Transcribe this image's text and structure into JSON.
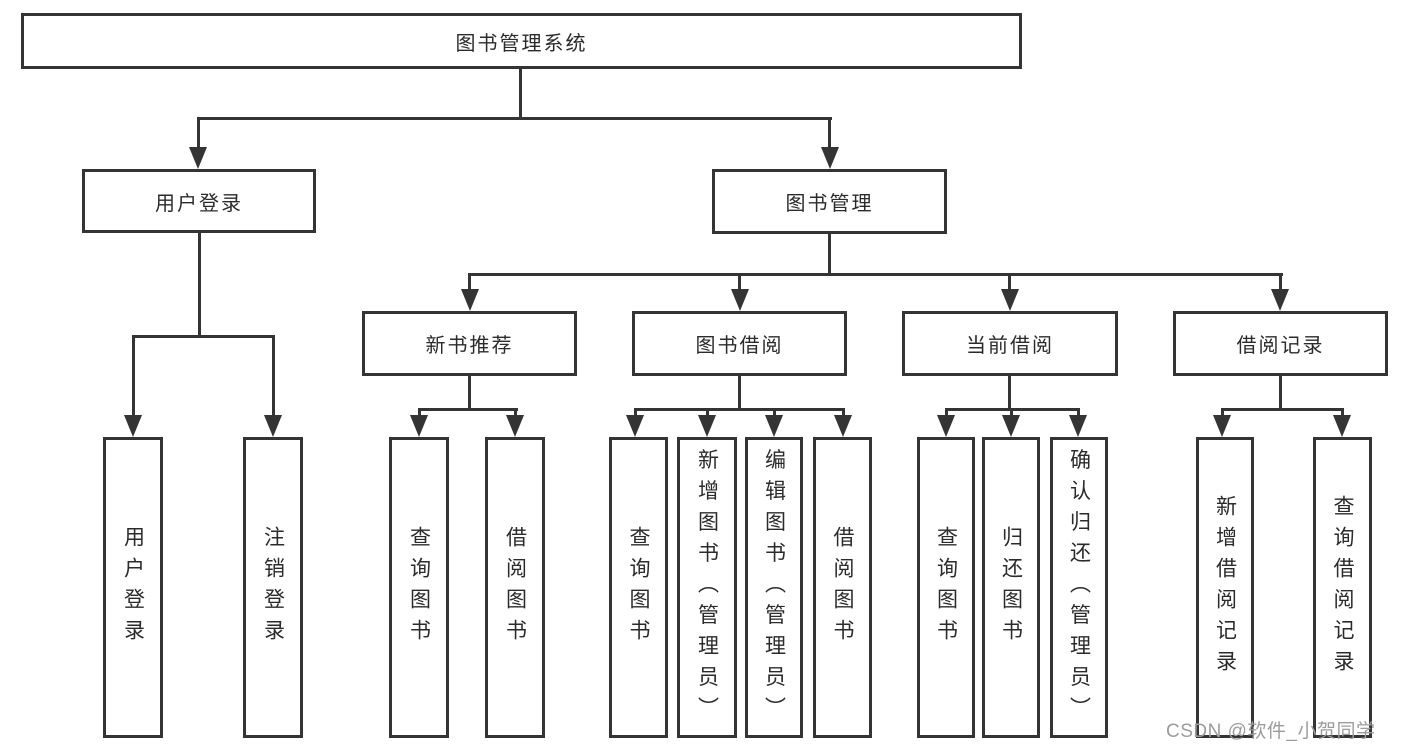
{
  "watermark": "CSDN @软件_小贺同学",
  "colors": {
    "line": "#343434",
    "text": "#2b2b2b",
    "background": "#ffffff",
    "watermark": "#9c9c9c"
  },
  "tree": {
    "label": "图书管理系统",
    "children": [
      {
        "label": "用户登录",
        "children": [
          {
            "label": "用户登录"
          },
          {
            "label": "注销登录"
          }
        ]
      },
      {
        "label": "图书管理",
        "children": [
          {
            "label": "新书推荐",
            "children": [
              {
                "label": "查询图书"
              },
              {
                "label": "借阅图书"
              }
            ]
          },
          {
            "label": "图书借阅",
            "children": [
              {
                "label": "查询图书"
              },
              {
                "label": "新增图书（管理员）"
              },
              {
                "label": "编辑图书（管理员）"
              },
              {
                "label": "借阅图书"
              }
            ]
          },
          {
            "label": "当前借阅",
            "children": [
              {
                "label": "查询图书"
              },
              {
                "label": "归还图书"
              },
              {
                "label": "确认归还（管理员）"
              }
            ]
          },
          {
            "label": "借阅记录",
            "children": [
              {
                "label": "新增借阅记录"
              },
              {
                "label": "查询借阅记录"
              }
            ]
          }
        ]
      }
    ]
  }
}
